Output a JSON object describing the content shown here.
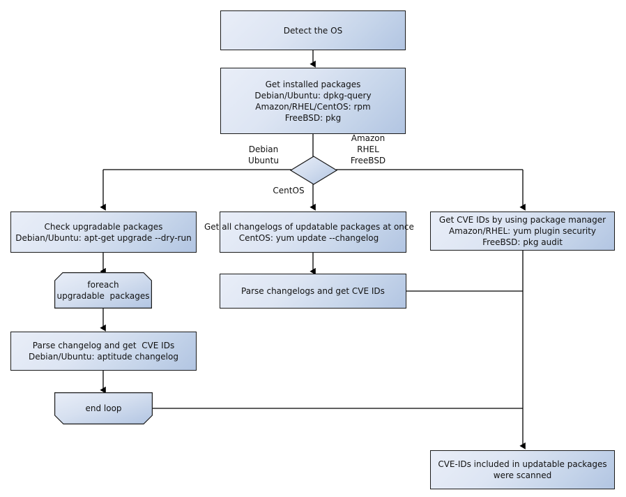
{
  "diagram": {
    "title": "OS package CVE scanning flowchart",
    "colors": {
      "node_fill_light": "#e9eef8",
      "node_fill_dark": "#b2c5e2",
      "node_border": "#1a1a1a",
      "edge_stroke": "#000000",
      "text": "#111111",
      "background": "#ffffff"
    },
    "nodes": {
      "detect_os": {
        "label": "Detect the OS"
      },
      "get_installed_packages": {
        "line1": "Get installed packages",
        "line2": "Debian/Ubuntu: dpkg-query",
        "line3": "Amazon/RHEL/CentOS: rpm",
        "line4": "FreeBSD: pkg"
      },
      "os_decision": {
        "label": ""
      },
      "check_upgradable": {
        "line1": "Check upgradable packages",
        "line2": "Debian/Ubuntu: apt-get upgrade --dry-run"
      },
      "get_all_changelogs": {
        "line1": "Get all changelogs of updatable packages at once",
        "line2": "CentOS: yum update --changelog"
      },
      "get_cve_ids_pkgmgr": {
        "line1": "Get CVE IDs by using package manager",
        "line2": "Amazon/RHEL: yum plugin security",
        "line3": "FreeBSD: pkg audit"
      },
      "foreach_loop": {
        "line1": "foreach",
        "line2": "upgradable  packages"
      },
      "parse_changelog_single": {
        "line1": "Parse changelog and get  CVE IDs",
        "line2": "Debian/Ubuntu: aptitude changelog"
      },
      "parse_changelogs_multi": {
        "label": "Parse changelogs and get CVE IDs"
      },
      "end_loop": {
        "label": "end loop"
      },
      "scanned_result": {
        "line1": "CVE-IDs included in updatable packages",
        "line2": "were scanned"
      }
    },
    "edge_labels": {
      "debian_branch": "Debian\nUbuntu",
      "centos_branch": "CentOS",
      "amazon_branch": "Amazon\nRHEL\nFreeBSD"
    }
  }
}
